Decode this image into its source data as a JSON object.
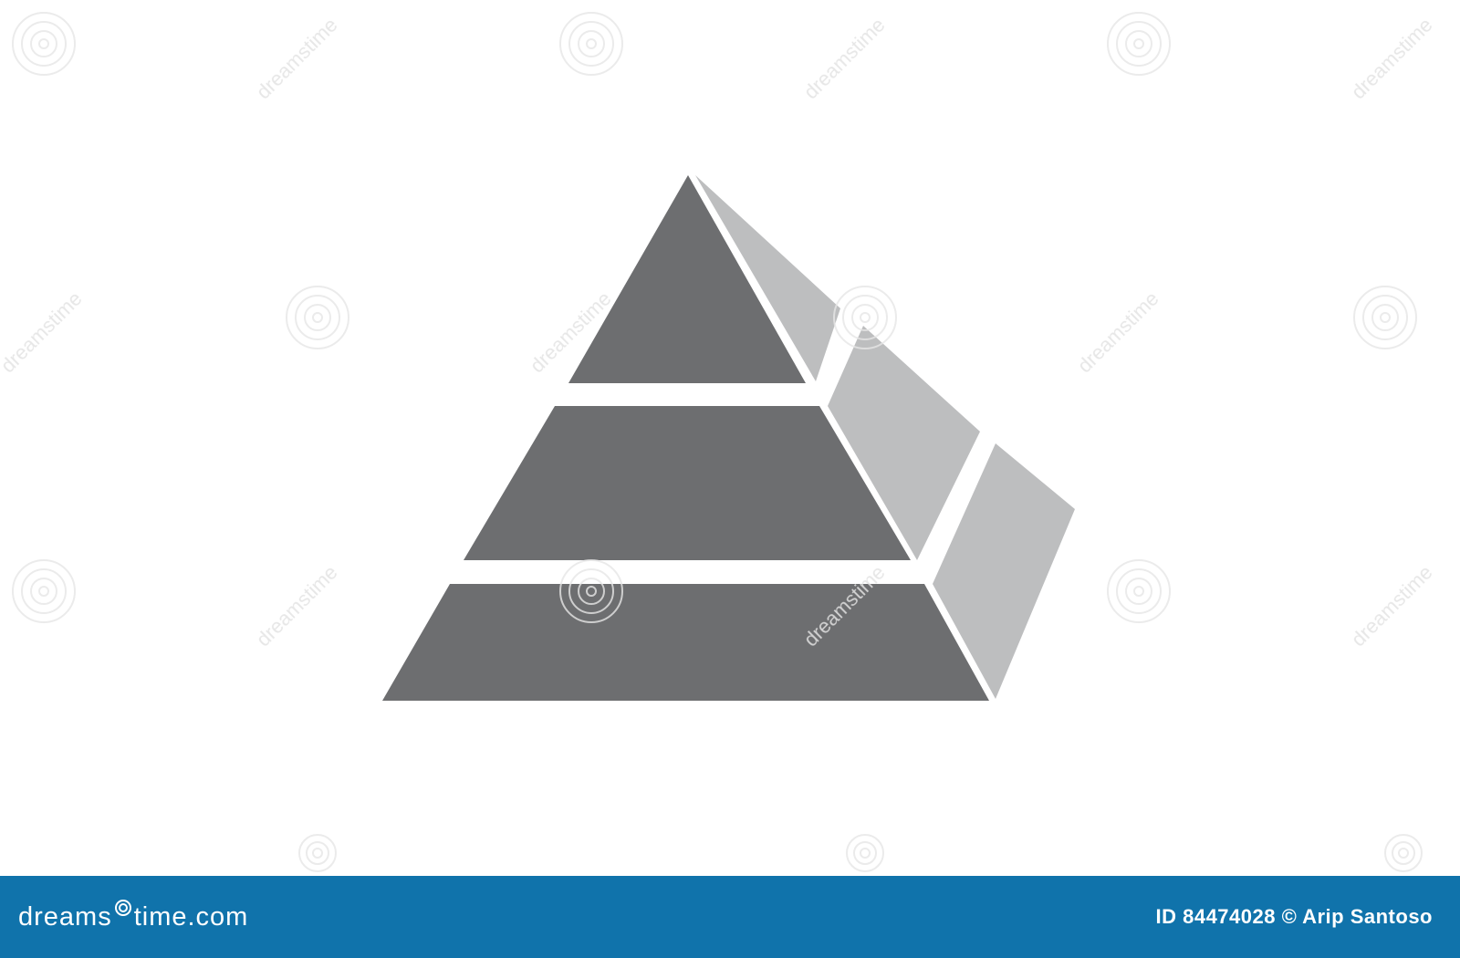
{
  "footer": {
    "brand_left": "dreams",
    "brand_right": "time.com",
    "credit": "ID 84474028 © Arip Santoso"
  },
  "watermark_text": "dreamstime",
  "colors": {
    "front_face": "#6d6e70",
    "side_face": "#bdbebf",
    "footer_bg": "#1073ab",
    "background": "#ffffff"
  }
}
